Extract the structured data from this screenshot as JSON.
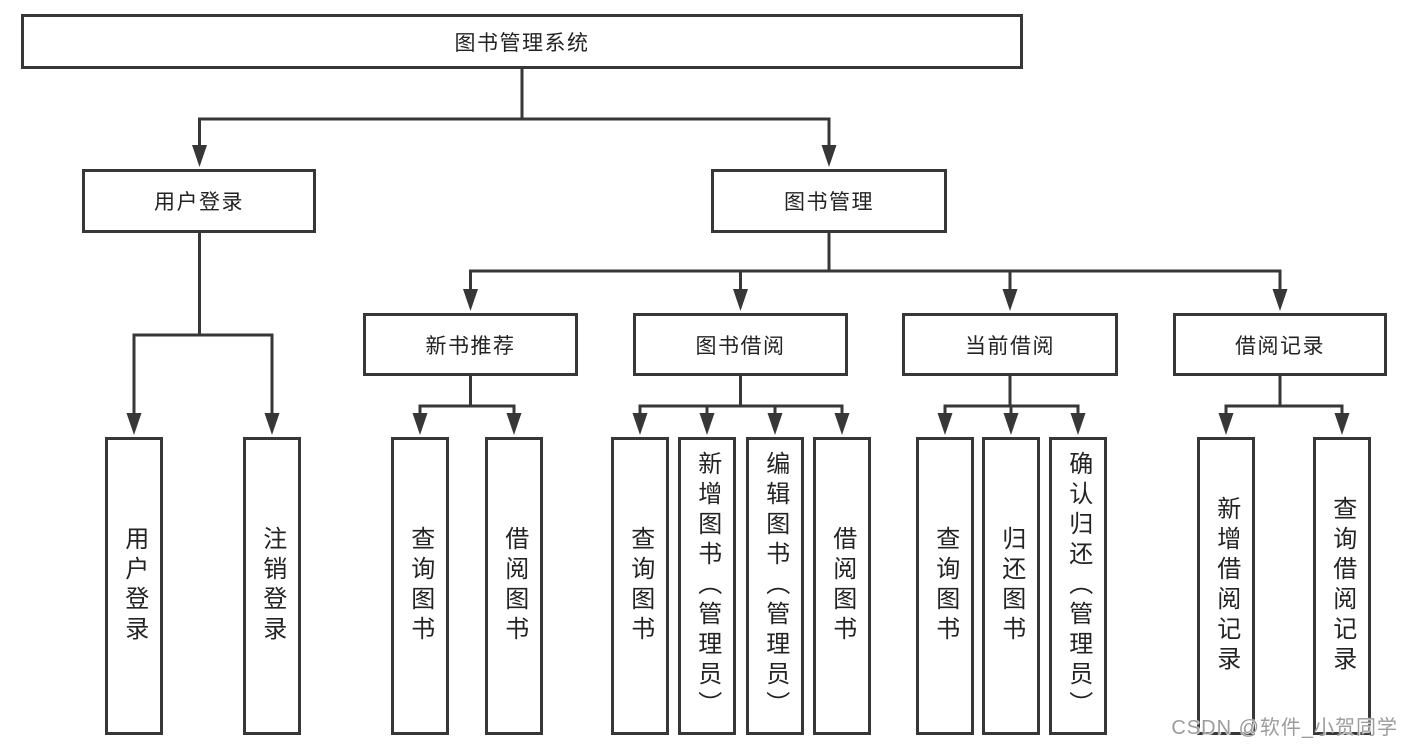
{
  "colors": {
    "line": "#373737",
    "box_border": "#373737",
    "box_fill": "#ffffff",
    "text": "#232323",
    "watermark": "#9c9c9c",
    "background": "#ffffff"
  },
  "tree": {
    "label": "图书管理系统",
    "children": [
      {
        "label": "用户登录",
        "children": [
          {
            "label": "用户登录"
          },
          {
            "label": "注销登录"
          }
        ]
      },
      {
        "label": "图书管理",
        "children": [
          {
            "label": "新书推荐",
            "children": [
              {
                "label": "查询图书"
              },
              {
                "label": "借阅图书"
              }
            ]
          },
          {
            "label": "图书借阅",
            "children": [
              {
                "label": "查询图书"
              },
              {
                "label": "新增图书（管理员）"
              },
              {
                "label": "编辑图书（管理员）"
              },
              {
                "label": "借阅图书"
              }
            ]
          },
          {
            "label": "当前借阅",
            "children": [
              {
                "label": "查询图书"
              },
              {
                "label": "归还图书"
              },
              {
                "label": "确认归还（管理员）"
              }
            ]
          },
          {
            "label": "借阅记录",
            "children": [
              {
                "label": "新增借阅记录"
              },
              {
                "label": "查询借阅记录"
              }
            ]
          }
        ]
      }
    ]
  },
  "watermark": {
    "text": "CSDN @软件_小贺同学"
  }
}
